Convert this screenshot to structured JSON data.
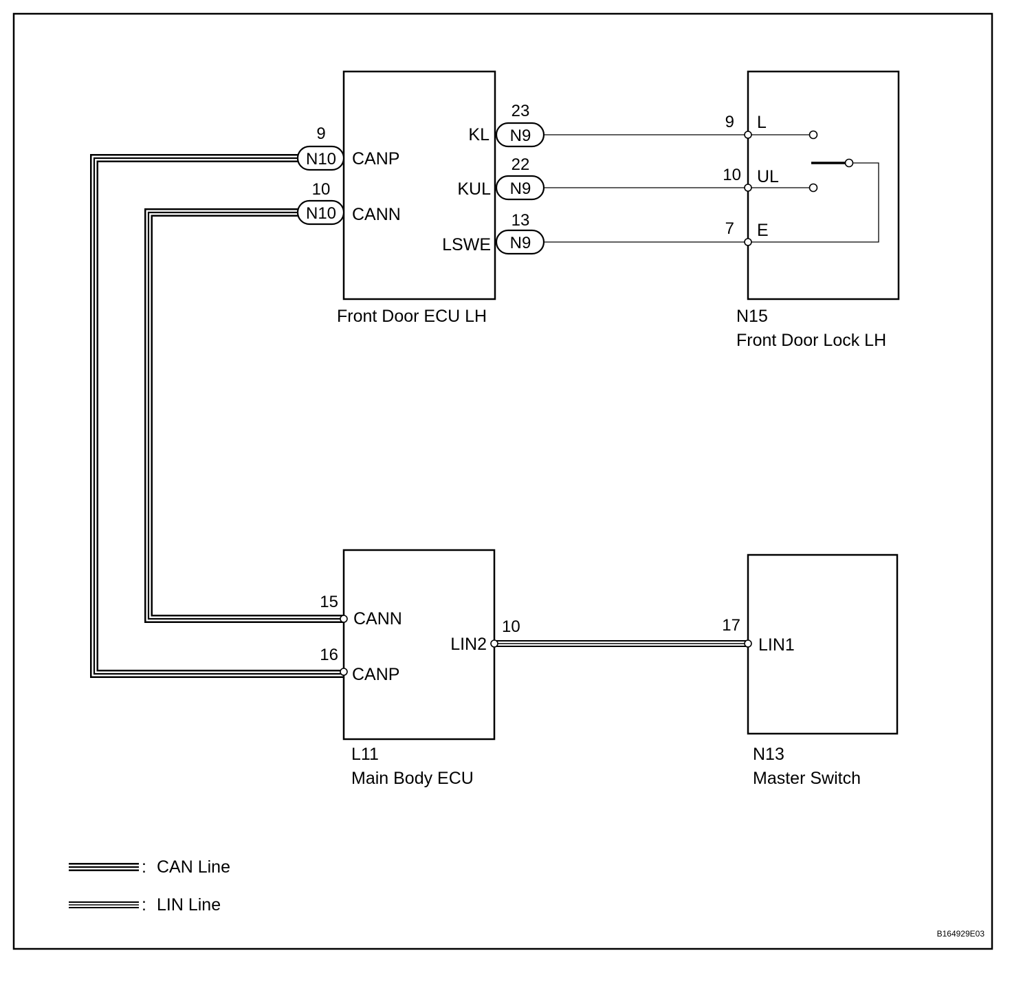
{
  "figure_code": "B164929E03",
  "components": {
    "front_door_ecu": {
      "name": "Front Door ECU LH",
      "terminals": {
        "canp": "CANP",
        "cann": "CANN",
        "kl": "KL",
        "kul": "KUL",
        "lswe": "LSWE"
      },
      "connectors": {
        "canp": {
          "connector": "N10",
          "pin": "9"
        },
        "cann": {
          "connector": "N10",
          "pin": "10"
        },
        "kl": {
          "connector": "N9",
          "pin": "23"
        },
        "kul": {
          "connector": "N9",
          "pin": "22"
        },
        "lswe": {
          "connector": "N9",
          "pin": "13"
        }
      }
    },
    "front_door_lock": {
      "code": "N15",
      "name": "Front Door Lock LH",
      "terminals": {
        "l": {
          "label": "L",
          "pin": "9"
        },
        "ul": {
          "label": "UL",
          "pin": "10"
        },
        "e": {
          "label": "E",
          "pin": "7"
        }
      }
    },
    "main_body_ecu": {
      "code": "L11",
      "name": "Main Body ECU",
      "terminals": {
        "cann": {
          "label": "CANN",
          "pin": "15"
        },
        "canp": {
          "label": "CANP",
          "pin": "16"
        },
        "lin2": {
          "label": "LIN2",
          "pin": "10"
        }
      }
    },
    "master_switch": {
      "code": "N13",
      "name": "Master Switch",
      "terminals": {
        "lin1": {
          "label": "LIN1",
          "pin": "17"
        }
      }
    }
  },
  "legend": {
    "can": "CAN Line",
    "lin": "LIN Line",
    "separator": ":"
  },
  "colors": {
    "line": "#000000",
    "background": "#ffffff"
  }
}
